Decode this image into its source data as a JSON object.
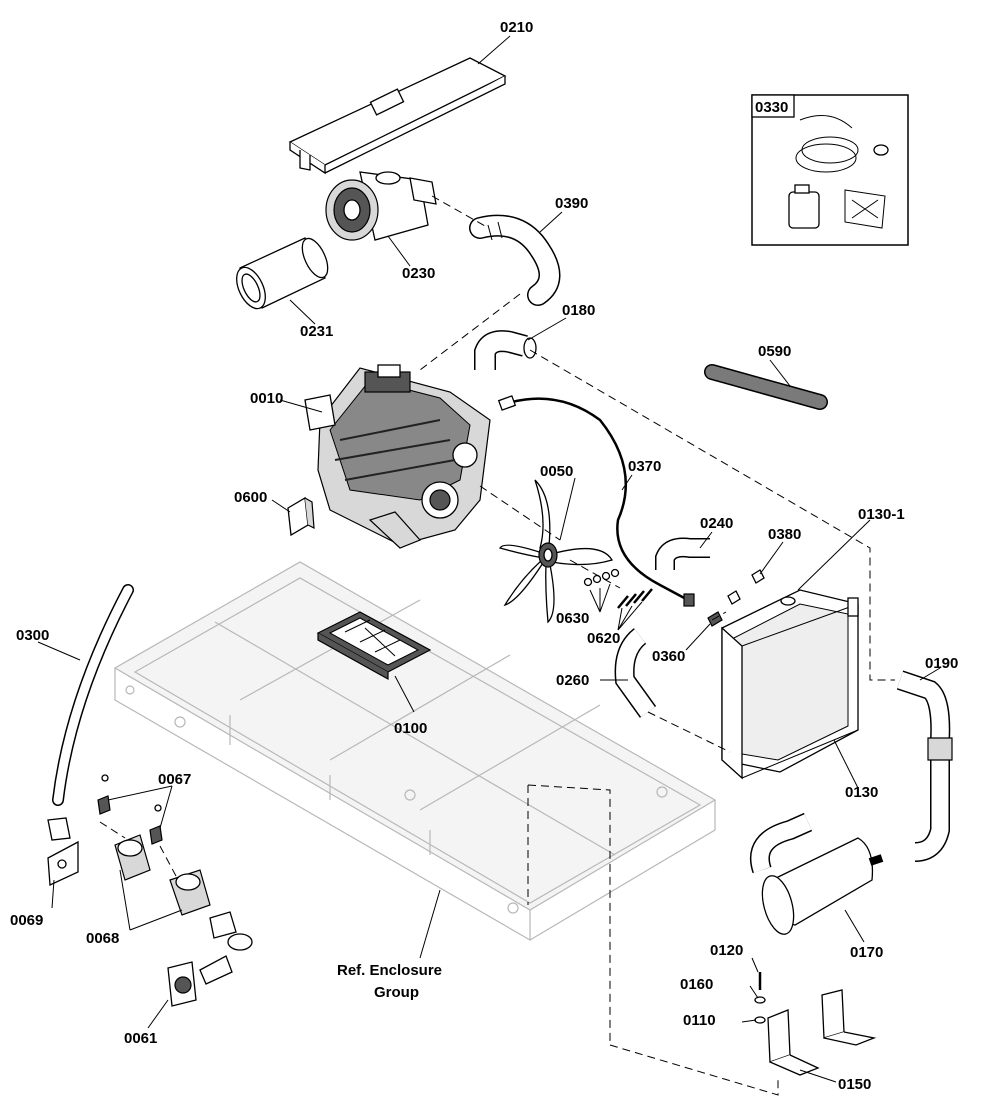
{
  "parts": {
    "p0010": "0010",
    "p0050": "0050",
    "p0061": "0061",
    "p0067": "0067",
    "p0068": "0068",
    "p0069": "0069",
    "p0100": "0100",
    "p0110": "0110",
    "p0120": "0120",
    "p0130": "0130",
    "p0130_1": "0130-1",
    "p0150": "0150",
    "p0160": "0160",
    "p0170": "0170",
    "p0180": "0180",
    "p0190": "0190",
    "p0210": "0210",
    "p0230": "0230",
    "p0231": "0231",
    "p0240": "0240",
    "p0260": "0260",
    "p0300": "0300",
    "p0330": "0330",
    "p0360": "0360",
    "p0370": "0370",
    "p0380": "0380",
    "p0390": "0390",
    "p0590": "0590",
    "p0600": "0600",
    "p0620": "0620",
    "p0630": "0630"
  },
  "reference": {
    "line1": "Ref. Enclosure",
    "line2": "Group"
  }
}
